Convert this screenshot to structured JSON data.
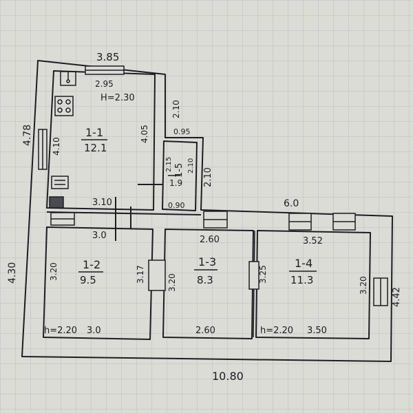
{
  "colors": {
    "paper": "#dcdcd6",
    "grid": "#b9bcc4",
    "ink": "#1c1c24"
  },
  "overall": {
    "top_width": "3.85",
    "total_width": "10.80",
    "right_width": "6.0",
    "left_upper_height": "4.78",
    "left_lower_height": "4.30",
    "right_height": "4.42"
  },
  "rooms": {
    "r11": {
      "label": "1-1",
      "area": "12.1",
      "ceiling": "H=2.30",
      "top": "2.95",
      "left": "4.10",
      "right": "4.05",
      "bottom": "3.10"
    },
    "r15": {
      "label": "1-5",
      "area": "1.9",
      "left": "2.15",
      "right": "2.10",
      "bottom": "0.90",
      "top": "0.95",
      "outer_right": "2.10",
      "outer_top": "2.10"
    },
    "r12": {
      "label": "1-2",
      "area": "9.5",
      "top": "3.0",
      "left": "3.20",
      "right": "3.17",
      "ceiling": "h=2.20",
      "bottom": "3.0"
    },
    "r13": {
      "label": "1-3",
      "area": "8.3",
      "top": "2.60",
      "left": "3.20",
      "bottom": "2.60"
    },
    "r14": {
      "label": "1-4",
      "area": "11.3",
      "top": "3.52",
      "left": "3.25",
      "right": "3.20",
      "ceiling": "h=2.20",
      "bottom": "3.50"
    }
  }
}
